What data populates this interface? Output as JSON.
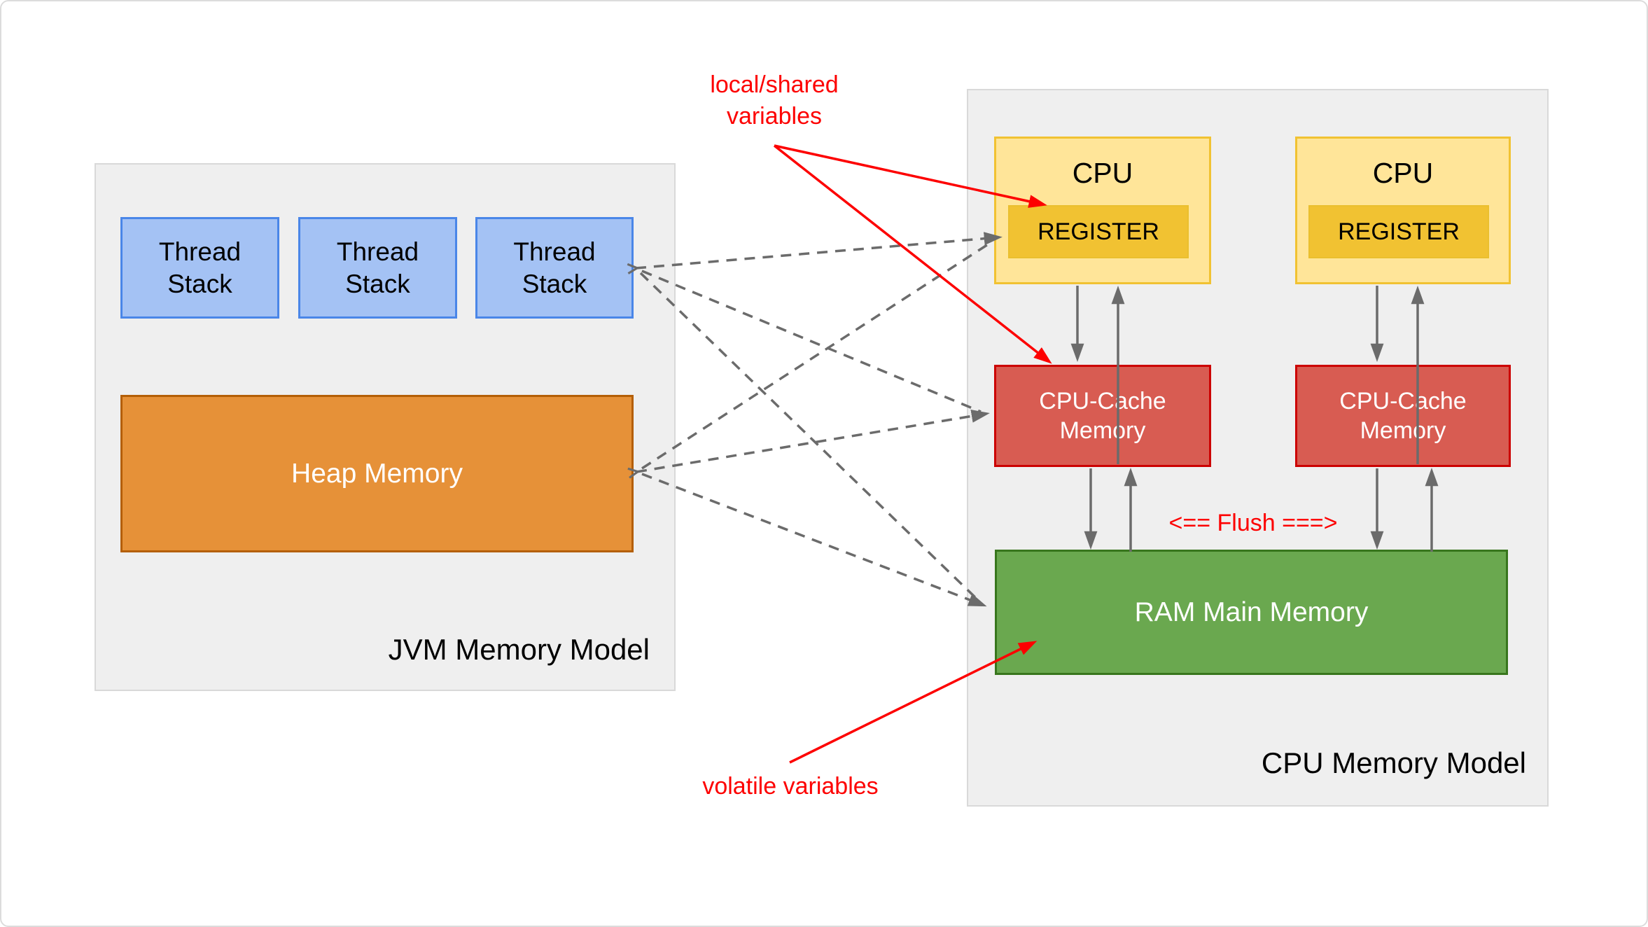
{
  "jvm_panel": {
    "title": "JVM Memory Model",
    "thread_stacks": [
      {
        "label": "Thread\nStack"
      },
      {
        "label": "Thread\nStack"
      },
      {
        "label": "Thread\nStack"
      }
    ],
    "heap_label": "Heap Memory"
  },
  "cpu_panel": {
    "title": "CPU Memory Model",
    "cpus": [
      {
        "label": "CPU",
        "register_label": "REGISTER"
      },
      {
        "label": "CPU",
        "register_label": "REGISTER"
      }
    ],
    "caches": [
      {
        "label": "CPU-Cache\nMemory"
      },
      {
        "label": "CPU-Cache\nMemory"
      }
    ],
    "ram_label": "RAM Main Memory",
    "flush_label": "<== Flush ===>"
  },
  "annotations": {
    "local_shared_label": "local/shared\nvariables",
    "volatile_label": "volatile variables"
  },
  "colors": {
    "panel_bg": "#efefef",
    "panel_border": "#d9d9d9",
    "thread_stack_fill": "#a4c2f4",
    "thread_stack_border": "#4a86e8",
    "heap_fill": "#e69138",
    "heap_border": "#b45f06",
    "cpu_fill": "#ffe599",
    "cpu_border": "#f1c232",
    "register_fill": "#f1c232",
    "cache_fill": "#d85c52",
    "cache_border": "#cc0000",
    "ram_fill": "#6aa84f",
    "ram_border": "#38761d",
    "arrow_gray": "#6b6b6b",
    "annotation_red": "#fd0000"
  }
}
